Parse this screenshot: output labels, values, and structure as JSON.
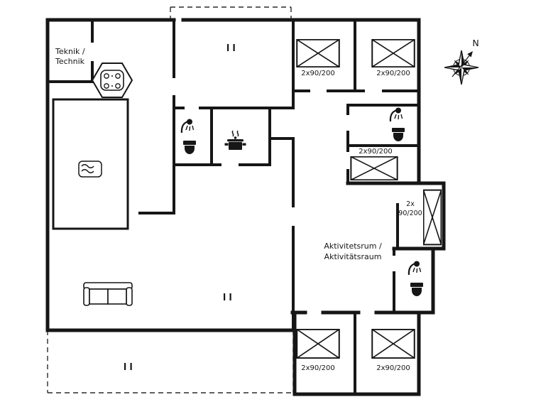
{
  "plan": {
    "rooms": {
      "teknik_line1": "Teknik /",
      "teknik_line2": "Technik",
      "activity_line1": "Aktivitetsrum /",
      "activity_line2": "Aktivitätsraum"
    },
    "bed_labels": {
      "top_left": "2x90/200",
      "top_right": "2x90/200",
      "middle": "2x90/200",
      "side_line1": "2x",
      "side_line2": "90/200",
      "bottom_left": "2x90/200",
      "bottom_right": "2x90/200"
    },
    "compass": {
      "north": "N"
    },
    "colors": {
      "wall": "#161616",
      "background": "#ffffff"
    }
  }
}
